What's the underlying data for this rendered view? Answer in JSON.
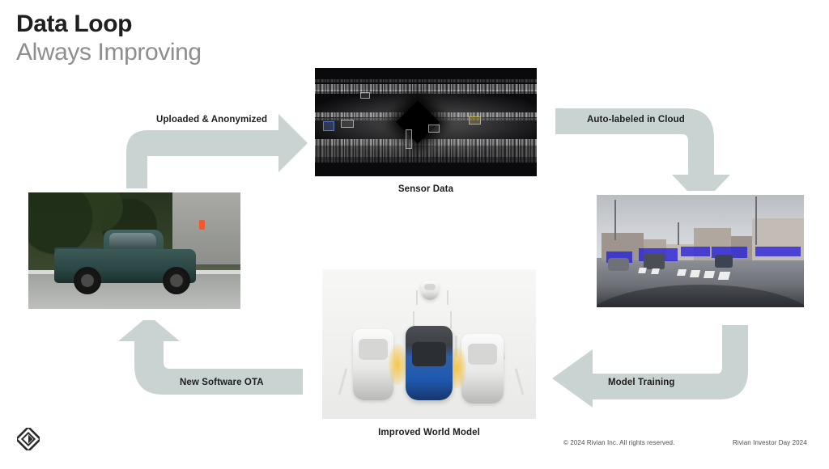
{
  "slide": {
    "title": "Data Loop",
    "subtitle": "Always Improving"
  },
  "steps": [
    {
      "id": "uploaded",
      "arrow_label": "Uploaded & Anonymized",
      "caption": "Sensor Data",
      "media": "lidar-point-cloud-image"
    },
    {
      "id": "auto-labeled",
      "arrow_label": "Auto-labeled in Cloud",
      "caption": "",
      "media": "dashcam-auto-labeled-image"
    },
    {
      "id": "model-training",
      "arrow_label": "Model Training",
      "caption": "Improved World Model",
      "media": "world-model-render-image"
    },
    {
      "id": "new-software-ota",
      "arrow_label": "New Software OTA",
      "caption": "",
      "media": "rivian-r1t-truck-photo"
    }
  ],
  "captions": {
    "sensor_data": "Sensor Data",
    "improved_world_model": "Improved World Model"
  },
  "footer": {
    "copyright": "© 2024 Rivian Inc. All rights reserved.",
    "event": "Rivian Investor Day 2024",
    "logo": "rivian-diamond-logo"
  },
  "colors": {
    "arrow_fill": "#c9d4d2",
    "title": "#1f1f1f",
    "subtitle": "#8c8f8d",
    "label_text": "#1d1d1d",
    "ego_vehicle_blue": "#1f5ab0",
    "bbox_blue": "#2620dc",
    "sensor_glow_yellow": "#f5c43e",
    "truck_green": "#2c4846"
  }
}
